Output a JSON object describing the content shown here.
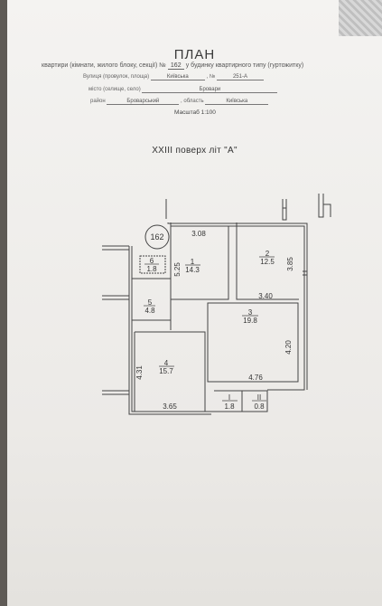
{
  "header": {
    "title": "ПЛАН",
    "line1_prefix": "квартири (кімнати, жилого блоку, секції) №",
    "apartment_no": "162",
    "line1_suffix": "у будинку квартирного типу (гуртожитку)",
    "street_label": "Вулиця (провулок, площа)",
    "street_value": "Київська",
    "building_label": ", №",
    "building_value": "251-А",
    "city_label": "місто (селище, село)",
    "city_value": "Бровари",
    "district_label": "район",
    "district_value": "Броварський",
    "oblast_label": ", область",
    "oblast_value": "Київська",
    "scale": "Масштаб  1:100",
    "floor": "XXIII поверх  літ \"А\""
  },
  "plan": {
    "apartment_label": "162",
    "rooms": [
      {
        "number": "1",
        "area": "14.3"
      },
      {
        "number": "2",
        "area": "12.5"
      },
      {
        "number": "3",
        "area": "19.8"
      },
      {
        "number": "4",
        "area": "15.7"
      },
      {
        "number": "5",
        "area": "4.8"
      },
      {
        "number": "6",
        "area": "1.8"
      },
      {
        "number": "I",
        "area": "1.8"
      },
      {
        "number": "II",
        "area": "0.8"
      }
    ],
    "dimensions": {
      "top_room1": "3.08",
      "room1_height": "5.25",
      "room2_height": "3.85",
      "room2_width": "3.40",
      "room3_height": "4.20",
      "room3_width": "4.76",
      "room4_height": "4.31",
      "room4_width": "3.65"
    }
  }
}
